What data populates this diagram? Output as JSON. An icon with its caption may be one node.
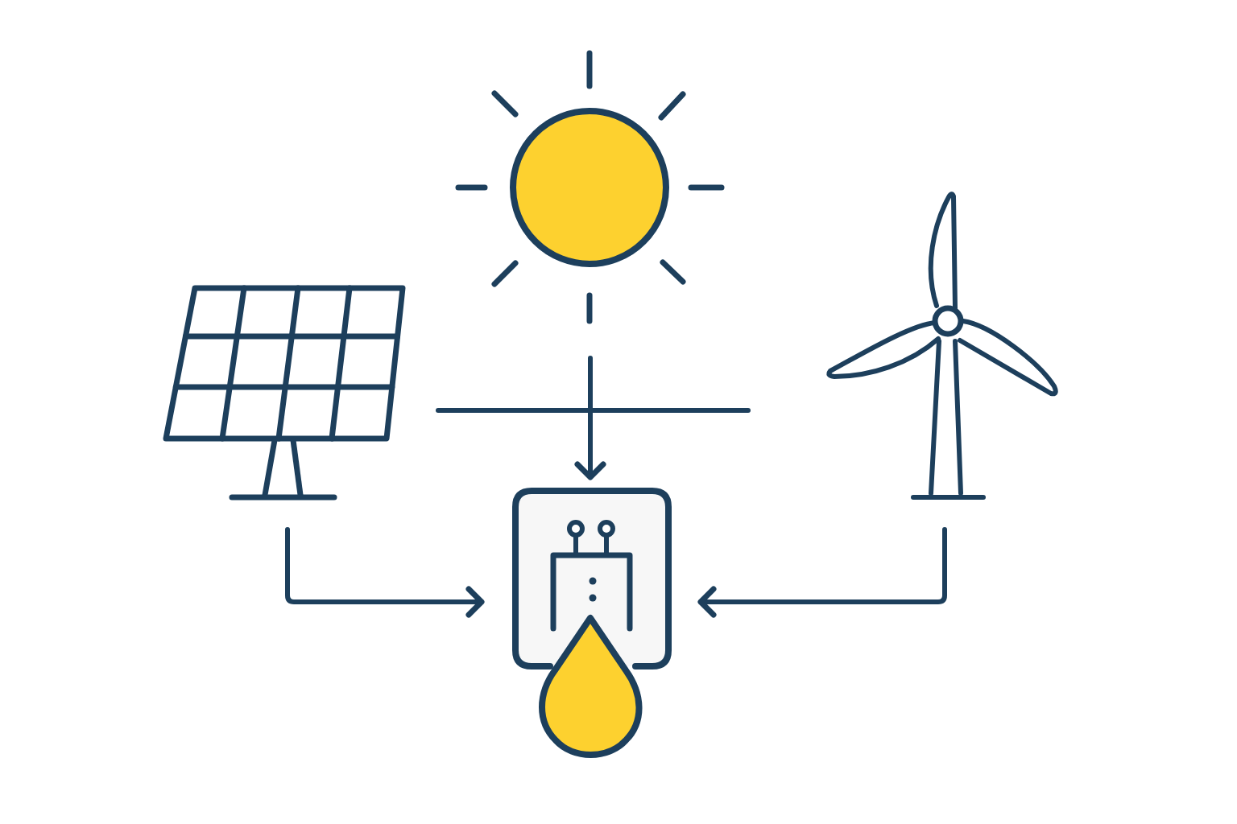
{
  "diagram": {
    "nodes": [
      {
        "text": [],
        "shape": "picture"
      },
      {
        "text": [],
        "shape": "picture"
      },
      {
        "text": [],
        "shape": "picture"
      },
      {
        "text": [],
        "shape": "picture"
      }
    ],
    "edges": [
      {
        "from": 0,
        "to": 3,
        "arrow": "to"
      },
      {
        "from": 1,
        "to": 3,
        "arrow": "to"
      },
      {
        "from": 2,
        "to": 3,
        "arrow": "to"
      }
    ]
  }
}
